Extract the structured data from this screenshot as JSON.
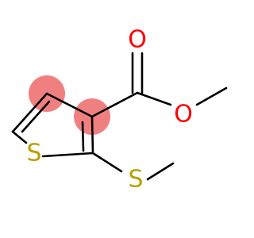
{
  "molecule": {
    "atoms": {
      "ring_sulfur": {
        "symbol": "S",
        "color": "#b8a000"
      },
      "thioether_sulfur": {
        "symbol": "S",
        "color": "#b8a000"
      },
      "carbonyl_oxygen": {
        "symbol": "O",
        "color": "#ff0000"
      },
      "ester_oxygen": {
        "symbol": "O",
        "color": "#ff0000"
      }
    },
    "highlight_color": "#f08080",
    "bond_color": "#000000"
  }
}
